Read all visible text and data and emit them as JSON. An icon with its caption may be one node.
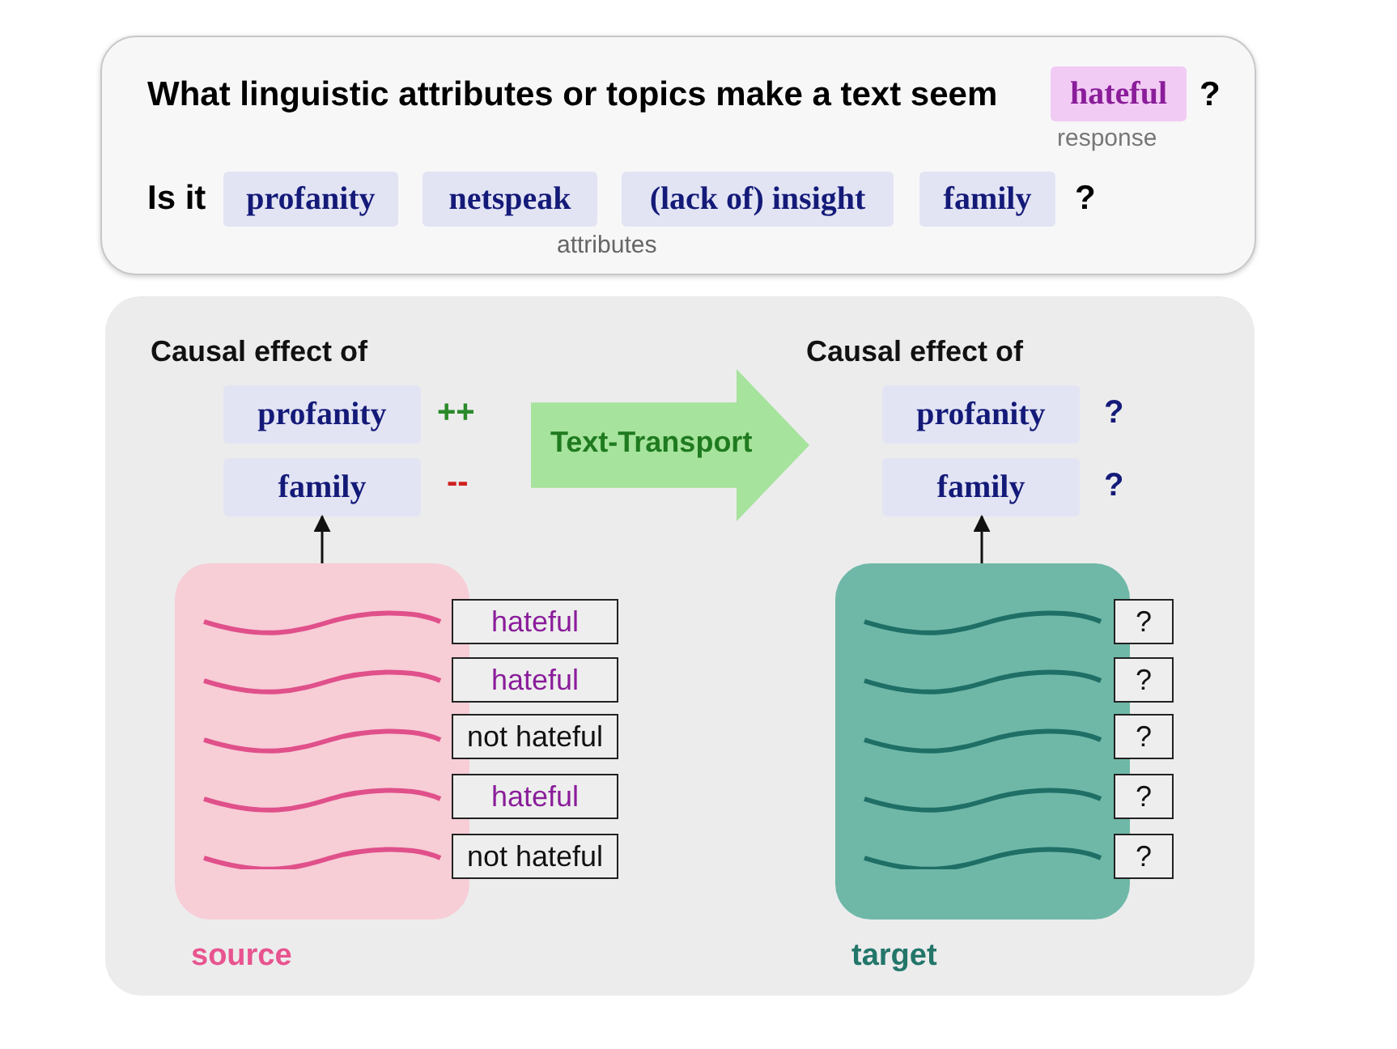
{
  "diagram": {
    "nodes": [
      {
        "text": [
          "What linguistic attributes or topics make a text seem",
          "?",
          "Is it",
          "?"
        ]
      },
      {
        "text": [
          "hateful"
        ],
        "beside": [
          "response"
        ],
        "in": 0
      },
      {
        "text": [
          "profanity"
        ],
        "in": 0
      },
      {
        "text": [
          "netspeak"
        ],
        "in": 0
      },
      {
        "text": [
          "(lack of) insight"
        ],
        "in": 0
      },
      {
        "text": [
          "family"
        ],
        "in": 0
      },
      {
        "text": [],
        "shape": "box"
      },
      {
        "text": [
          "profanity"
        ],
        "beside": [
          "++"
        ],
        "in": 6
      },
      {
        "text": [
          "family"
        ],
        "beside": [
          "--"
        ],
        "in": 6
      },
      {
        "text": [
          "Text-Transport"
        ],
        "in": 6
      },
      {
        "text": [
          "profanity"
        ],
        "beside": [
          "?"
        ],
        "in": 6
      },
      {
        "text": [
          "family"
        ],
        "beside": [
          "?"
        ],
        "in": 6
      },
      {
        "text": [
          "source"
        ],
        "in": 6
      },
      {
        "text": [
          "hateful"
        ],
        "in": 6
      },
      {
        "text": [
          "hateful"
        ],
        "in": 6
      },
      {
        "text": [
          "not hateful"
        ],
        "in": 6
      },
      {
        "text": [
          "hateful"
        ],
        "in": 6
      },
      {
        "text": [
          "not hateful"
        ],
        "in": 6
      },
      {
        "text": [
          "target"
        ],
        "in": 6
      },
      {
        "text": [
          "?"
        ],
        "in": 6
      },
      {
        "text": [
          "?"
        ],
        "in": 6
      },
      {
        "text": [
          "?"
        ],
        "in": 6
      },
      {
        "text": [
          "?"
        ],
        "in": 6
      },
      {
        "text": [
          "?"
        ],
        "in": 6
      }
    ],
    "edges": [
      {
        "from": 12,
        "to": 8,
        "arrow": "to"
      },
      {
        "from": 18,
        "to": 11,
        "arrow": "to"
      }
    ],
    "labels": [
      "attributes",
      "Causal effect of",
      "Causal effect of"
    ]
  }
}
